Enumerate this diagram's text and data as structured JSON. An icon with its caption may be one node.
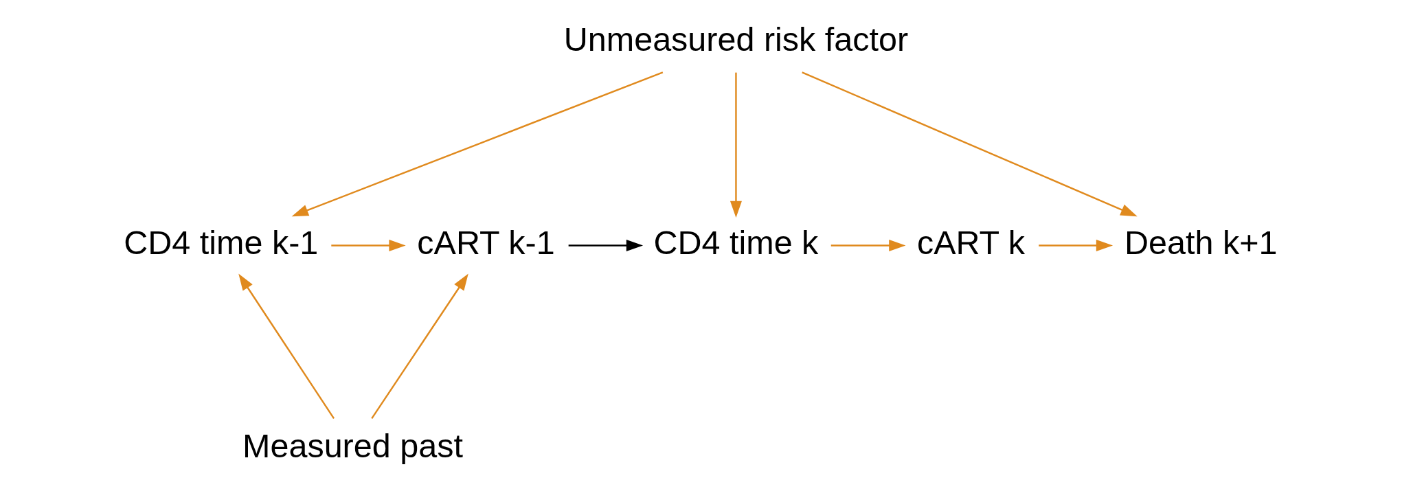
{
  "diagram": {
    "nodes": [
      {
        "text": [
          "Unmeasured risk factor"
        ]
      },
      {
        "text": [
          "CD4 time k-1"
        ]
      },
      {
        "text": [
          "cART k-1"
        ]
      },
      {
        "text": [
          "CD4 time k"
        ]
      },
      {
        "text": [
          "cART k"
        ]
      },
      {
        "text": [
          "Death k+1"
        ]
      },
      {
        "text": [
          "Measured past"
        ]
      }
    ],
    "edges": [
      {
        "from": 0,
        "to": 1,
        "arrow": "to"
      },
      {
        "from": 0,
        "to": 3,
        "arrow": "to"
      },
      {
        "from": 0,
        "to": 5,
        "arrow": "to"
      },
      {
        "from": 1,
        "to": 2,
        "arrow": "to"
      },
      {
        "from": 2,
        "to": 3,
        "arrow": "to",
        "color": "#000000"
      },
      {
        "from": 3,
        "to": 4,
        "arrow": "to"
      },
      {
        "from": 4,
        "to": 5,
        "arrow": "to"
      },
      {
        "from": 6,
        "to": 1,
        "arrow": "to"
      },
      {
        "from": 6,
        "to": 2,
        "arrow": "to"
      }
    ]
  }
}
